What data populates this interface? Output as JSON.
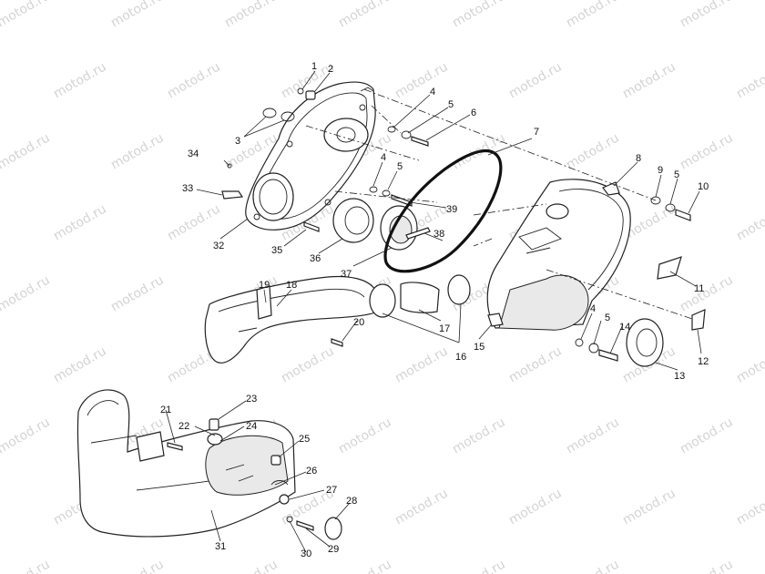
{
  "watermark": "motod.ru",
  "callouts": [
    "1",
    "2",
    "3",
    "4",
    "5",
    "6",
    "7",
    "8",
    "9",
    "5",
    "10",
    "34",
    "4",
    "5",
    "39",
    "33",
    "32",
    "35",
    "36",
    "38",
    "37",
    "11",
    "19",
    "18",
    "20",
    "17",
    "16",
    "15",
    "4",
    "5",
    "14",
    "12",
    "13",
    "21",
    "23",
    "22",
    "24",
    "25",
    "26",
    "27",
    "28",
    "31",
    "30",
    "29"
  ]
}
